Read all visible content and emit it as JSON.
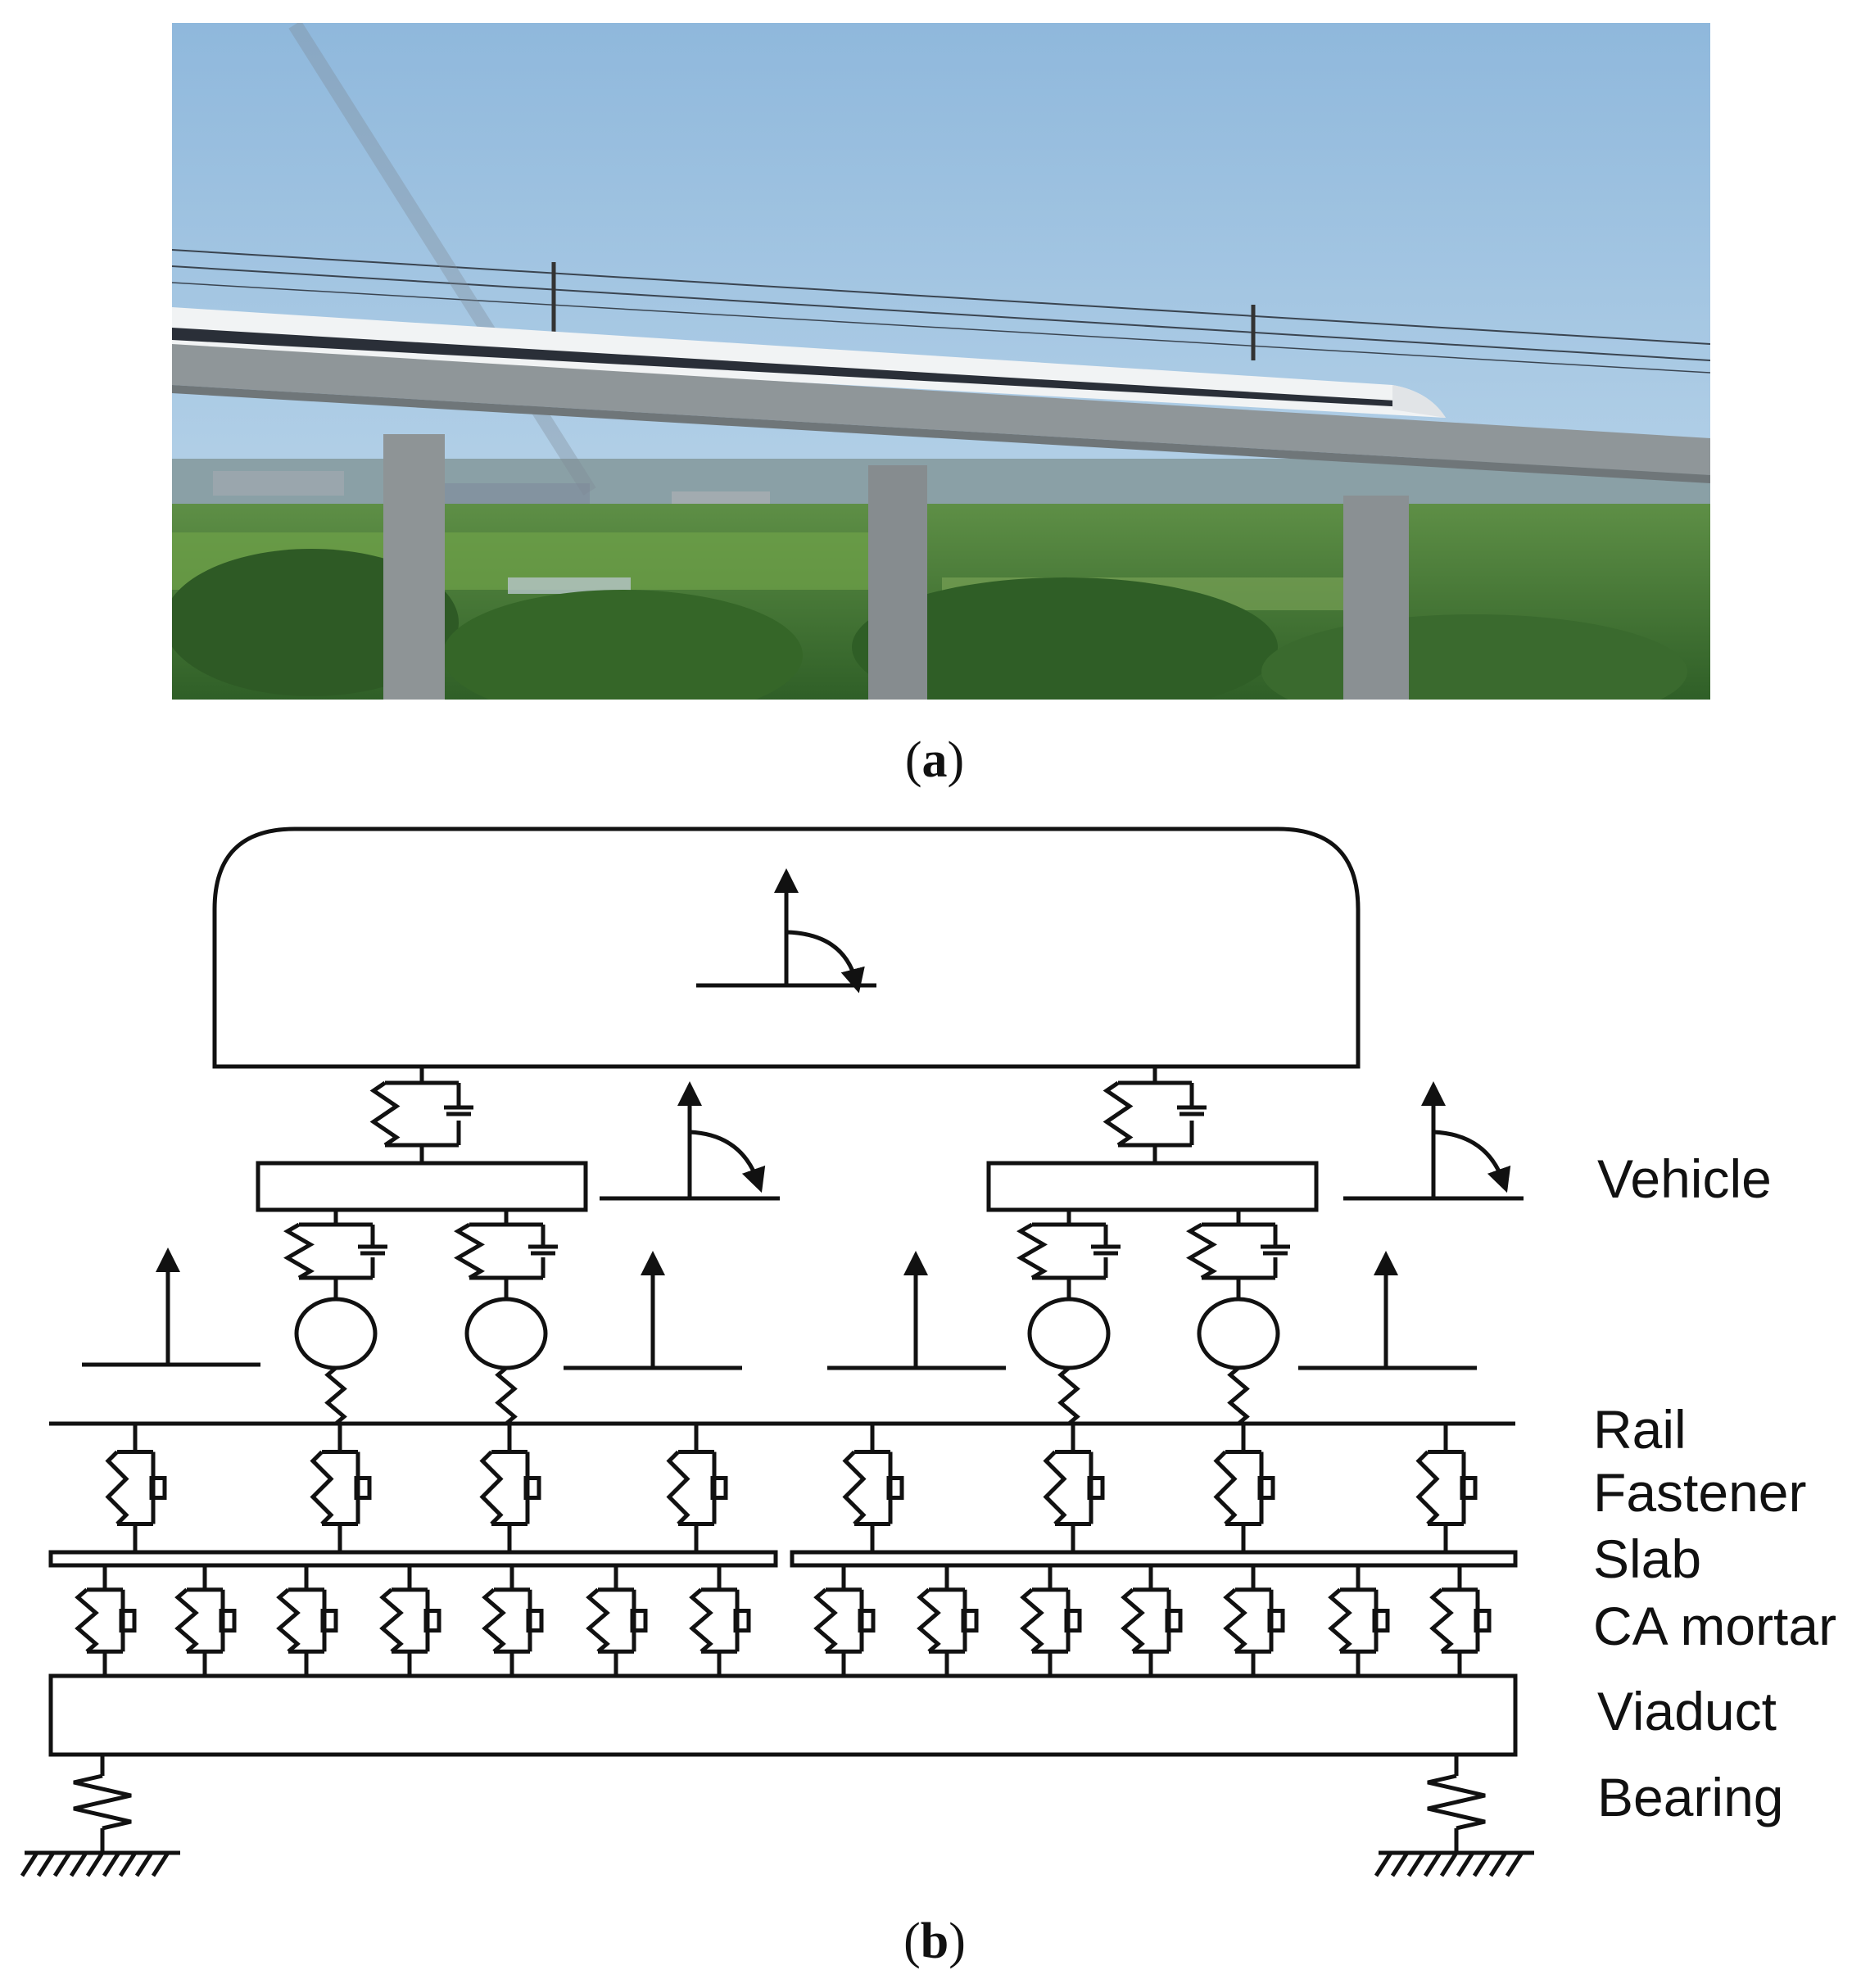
{
  "captions": {
    "a_open": "(",
    "a_letter": "a",
    "a_close": ")",
    "b_open": "(",
    "b_letter": "b",
    "b_close": ")"
  },
  "layers": {
    "vehicle": "Vehicle",
    "rail": "Rail",
    "fastener": "Fastener",
    "slab": "Slab",
    "ca_mortar": "CA mortar",
    "viaduct": "Viaduct",
    "bearing": "Bearing"
  },
  "photo": {
    "subject": "high-speed train on elevated viaduct",
    "sky_color": "#a6c9e2",
    "vegetation_color": "#3f7a32"
  },
  "schematic": {
    "line_color": "#111111",
    "symbols": {
      "spring_damper": "spring-damper-icon",
      "wheel": "wheel-icon",
      "ground": "ground-hatch-icon",
      "dof_vertical": "vertical-arrow-icon",
      "dof_rotation": "rotation-arrow-icon"
    }
  }
}
